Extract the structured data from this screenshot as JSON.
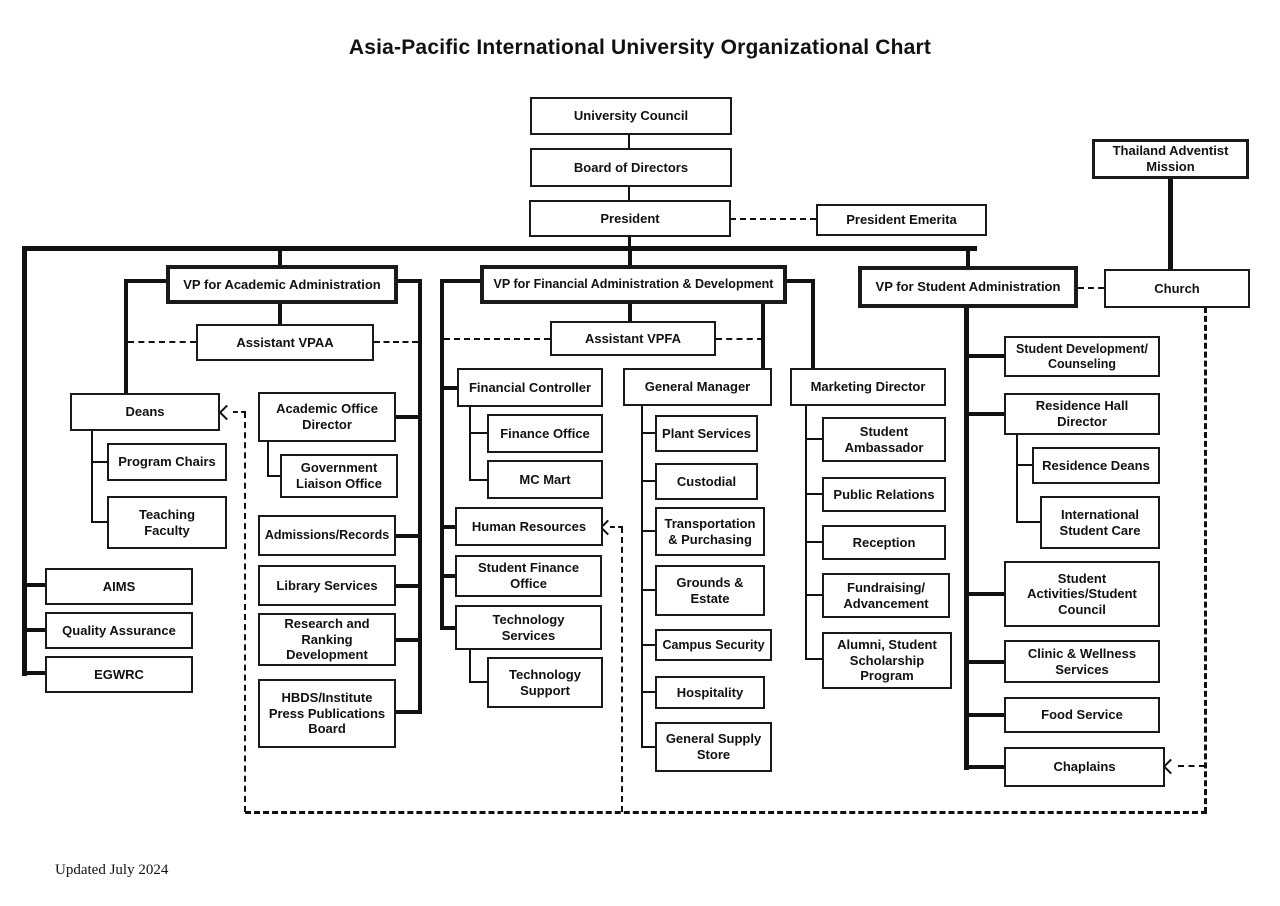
{
  "title": "Asia-Pacific International University Organizational Chart",
  "footer_note": "Updated July 2024",
  "colors": {
    "line": "#111111",
    "background": "#ffffff",
    "text": "#111111"
  },
  "org": {
    "top": {
      "university_council": "University Council",
      "board_of_directors": "Board of Directors",
      "president": "President",
      "president_emerita": "President Emerita",
      "thailand_adventist_mission": "Thailand Adventist\nMission",
      "church": "Church"
    },
    "academic": {
      "vp": "VP for Academic Administration",
      "assistant": "Assistant VPAA",
      "deans": "Deans",
      "program_chairs": "Program Chairs",
      "teaching_faculty": "Teaching\nFaculty",
      "aims": "AIMS",
      "quality_assurance": "Quality Assurance",
      "egwrc": "EGWRC",
      "academic_office_director": "Academic Office\nDirector",
      "government_liaison_office": "Government\nLiaison Office",
      "admissions_records": "Admissions/Records",
      "library_services": "Library Services",
      "research_ranking_development": "Research and\nRanking\nDevelopment",
      "hbds_press_board": "HBDS/Institute\nPress Publications\nBoard"
    },
    "financial": {
      "vp": "VP for Financial Administration & Development",
      "assistant": "Assistant VPFA",
      "financial_controller": "Financial Controller",
      "finance_office": "Finance Office",
      "mc_mart": "MC Mart",
      "human_resources": "Human Resources",
      "student_finance_office": "Student Finance\nOffice",
      "technology_services": "Technology\nServices",
      "technology_support": "Technology\nSupport",
      "general_manager": "General Manager",
      "plant_services": "Plant Services",
      "custodial": "Custodial",
      "transportation_purchasing": "Transportation\n& Purchasing",
      "grounds_estate": "Grounds &\nEstate",
      "campus_security": "Campus Security",
      "hospitality": "Hospitality",
      "general_supply_store": "General Supply\nStore",
      "marketing_director": "Marketing Director",
      "student_ambassador": "Student\nAmbassador",
      "public_relations": "Public Relations",
      "reception": "Reception",
      "fundraising_advancement": "Fundraising/\nAdvancement",
      "alumni_scholarship": "Alumni, Student\nScholarship\nProgram"
    },
    "student": {
      "vp": "VP for Student Administration",
      "student_development_counseling": "Student Development/\nCounseling",
      "residence_hall_director": "Residence Hall\nDirector",
      "residence_deans": "Residence Deans",
      "international_student_care": "International\nStudent Care",
      "student_activities_council": "Student\nActivities/Student\nCouncil",
      "clinic_wellness": "Clinic & Wellness\nServices",
      "food_service": "Food Service",
      "chaplains": "Chaplains"
    }
  }
}
